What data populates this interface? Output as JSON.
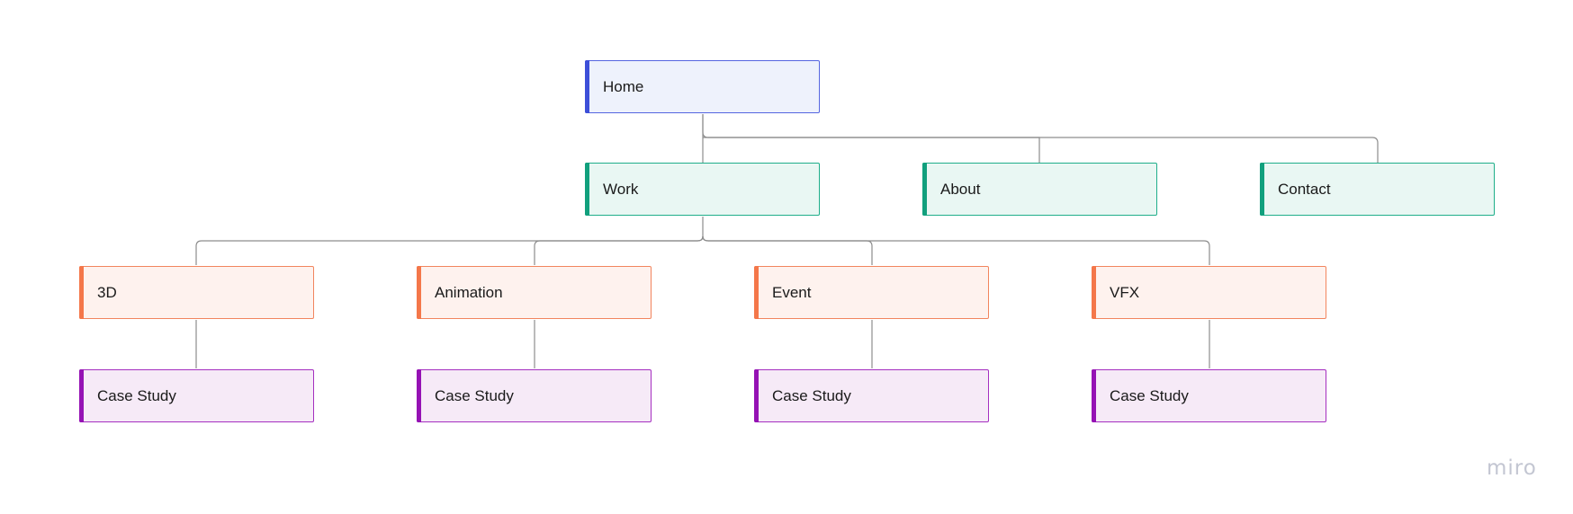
{
  "colors": {
    "home": {
      "accent": "#3d4fd8",
      "border": "#5566e0",
      "fill": "#eef2fc"
    },
    "section": {
      "accent": "#11a07d",
      "border": "#1fae8a",
      "fill": "#e9f7f3"
    },
    "category": {
      "accent": "#f4774a",
      "border": "#f2855e",
      "fill": "#fef2ee"
    },
    "page": {
      "accent": "#9512b4",
      "border": "#a52fc0",
      "fill": "#f6eaf7"
    },
    "connector": "#8d8d8d"
  },
  "nodes": {
    "home": {
      "label": "Home"
    },
    "work": {
      "label": "Work"
    },
    "about": {
      "label": "About"
    },
    "contact": {
      "label": "Contact"
    },
    "3d": {
      "label": "3D"
    },
    "animation": {
      "label": "Animation"
    },
    "event": {
      "label": "Event"
    },
    "vfx": {
      "label": "VFX"
    },
    "case_3d": {
      "label": "Case Study"
    },
    "case_animation": {
      "label": "Case Study"
    },
    "case_event": {
      "label": "Case Study"
    },
    "case_vfx": {
      "label": "Case Study"
    }
  },
  "watermark": "miro"
}
